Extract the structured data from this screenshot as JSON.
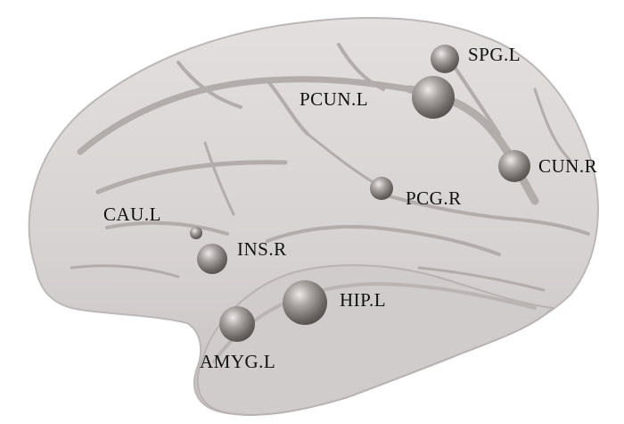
{
  "colors": {
    "background": "#ffffff",
    "brain_surface": "#d9d5d4",
    "brain_shadow": "#a9a4a2",
    "node_sphere": "#777270",
    "label_text": "#111111"
  },
  "nodes": [
    {
      "label": "SPG.L",
      "icon": "sphere-node"
    },
    {
      "label": "PCUN.L",
      "icon": "sphere-node"
    },
    {
      "label": "CUN.R",
      "icon": "sphere-node"
    },
    {
      "label": "PCG.R",
      "icon": "sphere-node"
    },
    {
      "label": "CAU.L",
      "icon": "sphere-node"
    },
    {
      "label": "INS.R",
      "icon": "sphere-node"
    },
    {
      "label": "HIP.L",
      "icon": "sphere-node"
    },
    {
      "label": "AMYG.L",
      "icon": "sphere-node"
    }
  ]
}
